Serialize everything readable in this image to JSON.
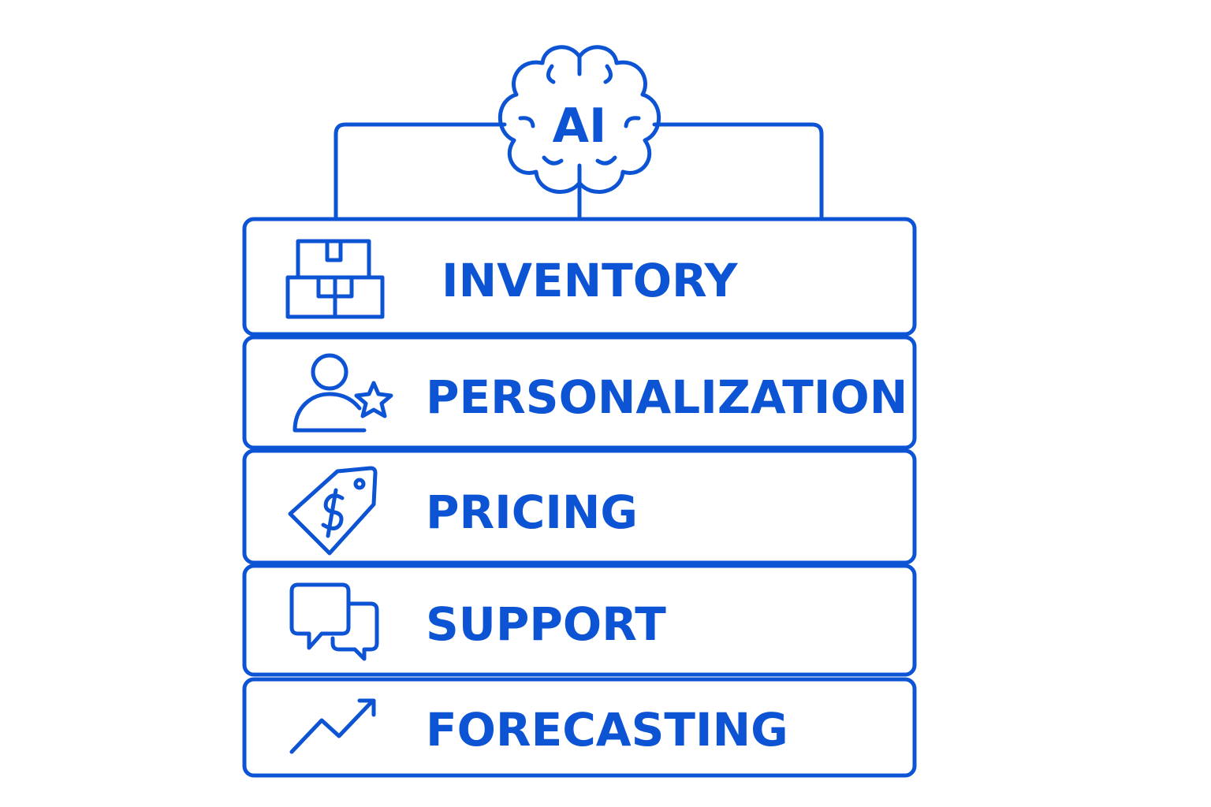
{
  "brain": {
    "label": "AI",
    "icon": "brain-icon"
  },
  "layers": [
    {
      "label": "INVENTORY",
      "icon": "boxes-icon"
    },
    {
      "label": "PERSONALIZATION",
      "icon": "user-star-icon"
    },
    {
      "label": "PRICING",
      "icon": "price-tag-icon"
    },
    {
      "label": "SUPPORT",
      "icon": "chat-bubbles-icon"
    },
    {
      "label": "FORECASTING",
      "icon": "trend-up-icon"
    }
  ],
  "colors": {
    "accent": "#0d54d4",
    "background": "#ffffff"
  }
}
